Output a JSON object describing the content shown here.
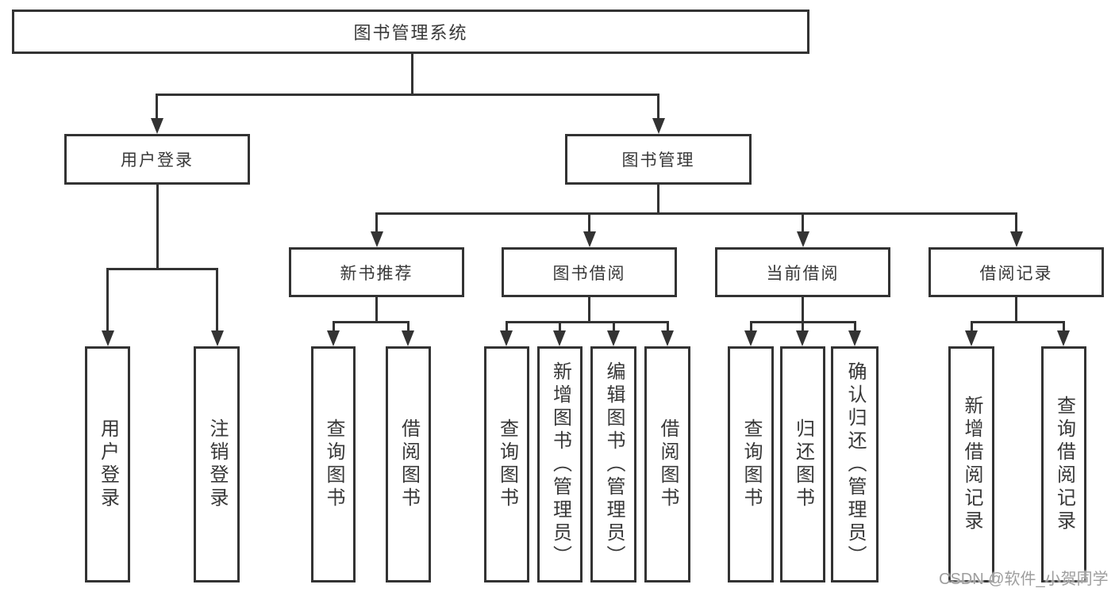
{
  "tree": {
    "root": {
      "label": "图书管理系统"
    },
    "branches": [
      {
        "label": "用户登录",
        "children": [
          {
            "label": "用户登录"
          },
          {
            "label": "注销登录"
          }
        ]
      },
      {
        "label": "图书管理",
        "sections": [
          {
            "label": "新书推荐",
            "children": [
              {
                "label": "查询图书"
              },
              {
                "label": "借阅图书"
              }
            ]
          },
          {
            "label": "图书借阅",
            "children": [
              {
                "label": "查询图书"
              },
              {
                "label": "新增图书（管理员）"
              },
              {
                "label": "编辑图书（管理员）"
              },
              {
                "label": "借阅图书"
              }
            ]
          },
          {
            "label": "当前借阅",
            "children": [
              {
                "label": "查询图书"
              },
              {
                "label": "归还图书"
              },
              {
                "label": "确认归还（管理员）"
              }
            ]
          },
          {
            "label": "借阅记录",
            "children": [
              {
                "label": "新增借阅记录"
              },
              {
                "label": "查询借阅记录"
              }
            ]
          }
        ]
      }
    ]
  },
  "watermark": {
    "text": "CSDN @软件_小贺同学"
  },
  "colors": {
    "line": "#333333",
    "box_border": "#333333",
    "text": "#383838",
    "watermark": "#9e9e9e",
    "background": "#ffffff"
  }
}
